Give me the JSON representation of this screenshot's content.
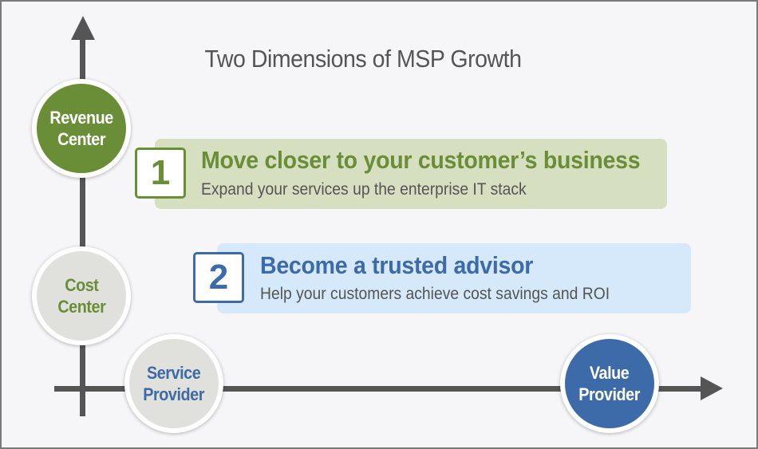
{
  "title": "Two Dimensions of MSP Growth",
  "y_axis": {
    "high": "Revenue\nCenter",
    "low": "Cost\nCenter"
  },
  "x_axis": {
    "low": "Service\nProvider",
    "high": "Value\nProvider"
  },
  "dimensions": [
    {
      "number": "1",
      "heading": "Move closer to your customer’s business",
      "subtext": "Expand your services up the enterprise IT stack",
      "color": "#6a8e37",
      "background": "#d6dfbf"
    },
    {
      "number": "2",
      "heading": "Become a trusted advisor",
      "subtext": "Help your customers achieve cost savings and ROI",
      "color": "#3d6aa8",
      "background": "#d5e9fa"
    }
  ],
  "colors": {
    "green": "#6a8e37",
    "blue": "#3d6aa8",
    "axis": "#555555",
    "neutral_circle": "#e0e1dd"
  }
}
